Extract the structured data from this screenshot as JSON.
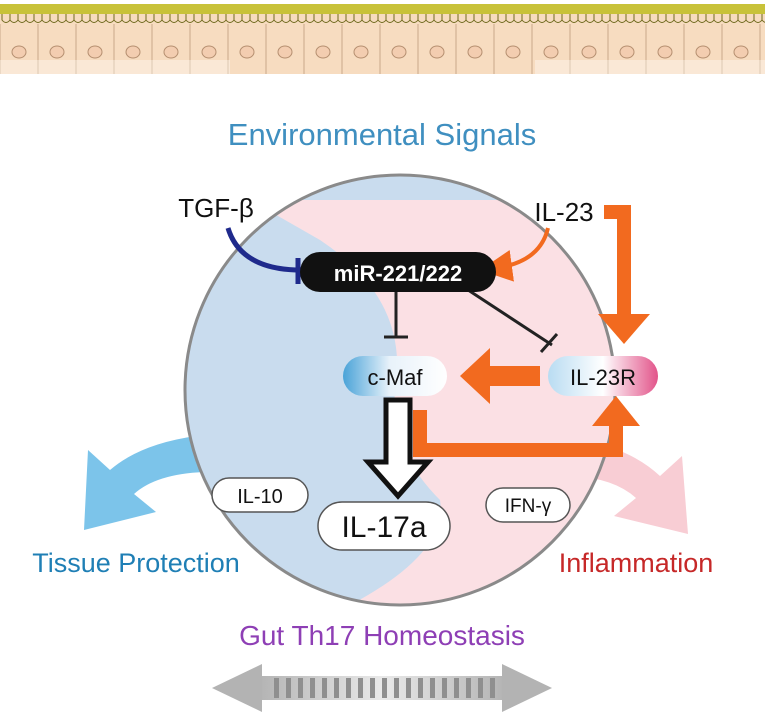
{
  "title": "Environmental Signals",
  "footer": "Gut Th17 Homeostasis",
  "signals": {
    "tgfb": "TGF-β",
    "il23": "IL-23"
  },
  "nodes": {
    "mir": "miR-221/222",
    "cmaf": "c-Maf",
    "il23r": "IL-23R",
    "il10": "IL-10",
    "il17a": "IL-17a",
    "ifng": "IFN-γ"
  },
  "outcomes": {
    "left": "Tissue Protection",
    "right": "Inflammation"
  },
  "colors": {
    "blue_region": "#c9dcee",
    "pink_region": "#fbe0e4",
    "orange_arrow": "#f26a1f",
    "tgf_inhibitor": "#1f2a8c",
    "title_blue": "#3f8fc0",
    "tissue_blue": "#1f7fb5",
    "inflammation_red": "#c62828",
    "footer_purple": "#8e3fb5",
    "epithelium": "#f7dcc0",
    "microvilli": "#c8c23a"
  }
}
